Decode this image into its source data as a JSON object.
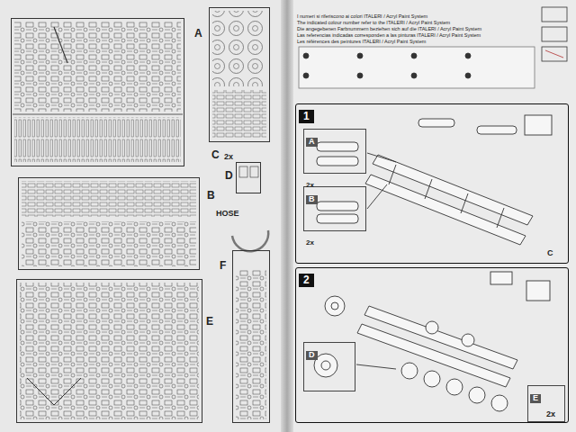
{
  "diagram": {
    "nodes": [
      {
        "text": [
          "A"
        ]
      },
      {
        "text": [
          "C",
          "2x"
        ]
      },
      {
        "text": [
          "D"
        ]
      },
      {
        "text": [
          "B"
        ]
      },
      {
        "text": [
          "F"
        ]
      },
      {
        "text": [
          "E"
        ]
      },
      {
        "text": [
          "1"
        ]
      },
      {
        "text": [
          "A"
        ],
        "in": 6
      },
      {
        "text": [
          "B"
        ],
        "in": 6
      },
      {
        "text": [
          "2"
        ]
      },
      {
        "text": [
          "D"
        ],
        "in": 9
      },
      {
        "text": [
          "E",
          "2x"
        ],
        "in": 9
      }
    ],
    "labels": [
      "HOSE",
      "I numeri si riferiscono ai colori ITALERI / Acryl Paint System",
      "The indicated colour number refer to the ITALERI / Acryl Paint System",
      "Die angegebenen Farbnummern beziehen sich auf die ITALERI / Acryl Paint System",
      "Las referencias indicadas corresponden a las pinturas ITALERI / Acryl Paint System",
      "Les références des peintures ITALERI / Acryl Paint System",
      "C",
      "2x",
      "2x"
    ]
  }
}
